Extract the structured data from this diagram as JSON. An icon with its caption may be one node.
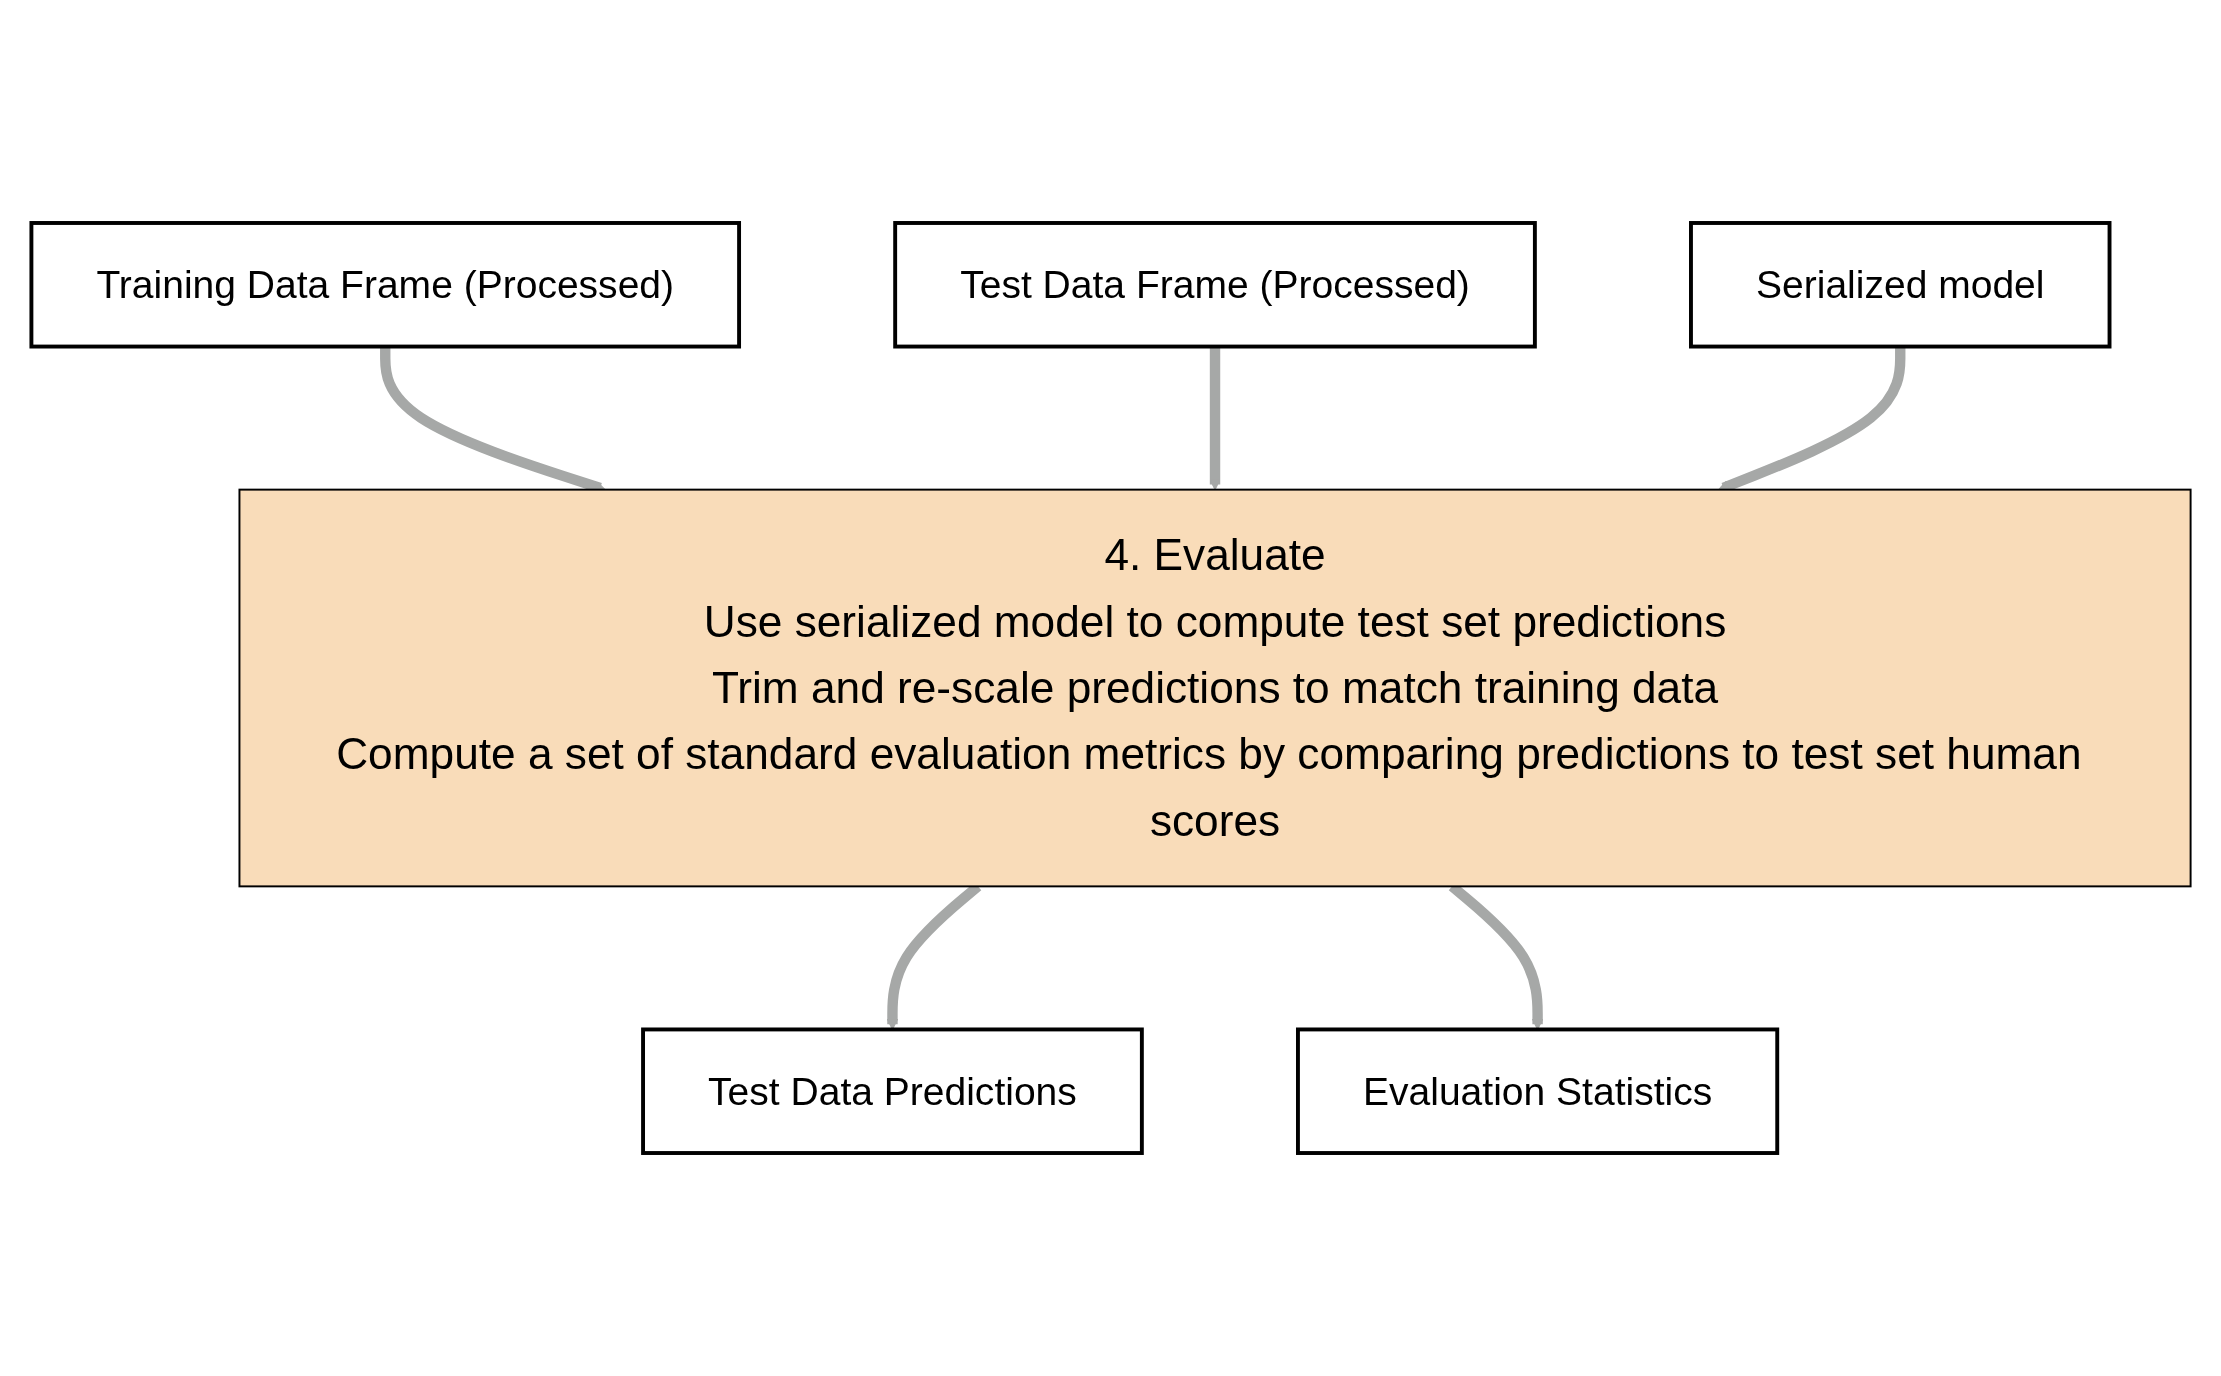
{
  "diagram": {
    "nodes": [
      {
        "text": [
          "Training Data Frame (Processed)"
        ]
      },
      {
        "text": [
          "Test Data Frame (Processed)"
        ]
      },
      {
        "text": [
          "Serialized model"
        ]
      },
      {
        "text": [
          "4. Evaluate",
          "Use serialized model to compute test set predictions",
          "Trim and re-scale predictions to match training data",
          "Compute a set of standard evaluation metrics by comparing predictions to test set human scores"
        ]
      },
      {
        "text": [
          "Test Data Predictions"
        ]
      },
      {
        "text": [
          "Evaluation Statistics"
        ]
      }
    ],
    "edges": [
      {
        "from": 0,
        "to": 3,
        "arrow": "to"
      },
      {
        "from": 1,
        "to": 3,
        "arrow": "to"
      },
      {
        "from": 2,
        "to": 3,
        "arrow": "to"
      },
      {
        "from": 3,
        "to": 4,
        "arrow": "to"
      },
      {
        "from": 3,
        "to": 5,
        "arrow": "to"
      }
    ]
  }
}
